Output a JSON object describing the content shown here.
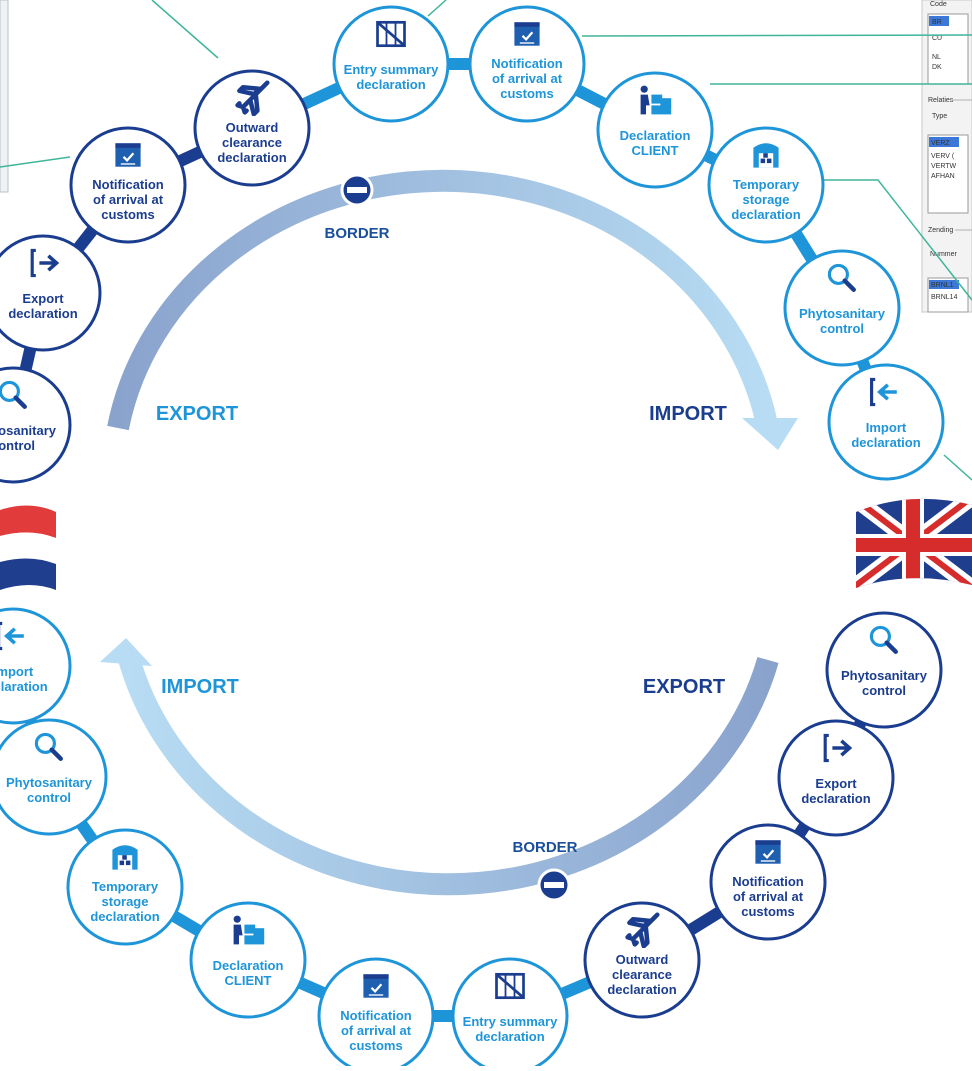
{
  "colors": {
    "light_blue": "#1e95d9",
    "dark_blue": "#1b3d8f",
    "mid_blue": "#2d6cb5",
    "arrow_light": "#a9d3ee",
    "arrow_dark": "#8fa6cf",
    "connector": "#3fb59a"
  },
  "arcs": {
    "top_left": "EXPORT",
    "top_right": "IMPORT",
    "bottom_left": "IMPORT",
    "bottom_right": "EXPORT",
    "border_top": "BORDER",
    "border_bottom": "BORDER"
  },
  "outer_top_nodes": [
    {
      "label": "Entry summary declaration",
      "icon": "crate-icon"
    },
    {
      "label": "Notification of arrival at customs",
      "icon": "notification-window-icon"
    },
    {
      "label": "Declaration CLIENT",
      "icon": "worker-boxes-icon"
    },
    {
      "label": "Temporary storage declaration",
      "icon": "warehouse-icon"
    },
    {
      "label": "Phytosanitary control",
      "icon": "magnifier-icon"
    },
    {
      "label": "Import declaration",
      "icon": "import-arrow-icon"
    },
    {
      "label": "Outward clearance declaration",
      "icon": "airplane-icon"
    },
    {
      "label": "Notification of arrival at customs",
      "icon": "notification-window-icon"
    },
    {
      "label": "Export declaration",
      "icon": "export-arrow-icon"
    },
    {
      "label": "Phytosanitary control",
      "icon": "magnifier-icon"
    }
  ],
  "outer_bottom_nodes": [
    {
      "label": "Import declaration",
      "icon": "import-arrow-icon"
    },
    {
      "label": "Phytosanitary control",
      "icon": "magnifier-icon"
    },
    {
      "label": "Temporary storage declaration",
      "icon": "warehouse-icon"
    },
    {
      "label": "Declaration CLIENT",
      "icon": "worker-boxes-icon"
    },
    {
      "label": "Notification of arrival at customs",
      "icon": "notification-window-icon"
    },
    {
      "label": "Entry summary declaration",
      "icon": "crate-icon"
    },
    {
      "label": "Outward clearance declaration",
      "icon": "airplane-icon"
    },
    {
      "label": "Notification of arrival at customs",
      "icon": "notification-window-icon"
    },
    {
      "label": "Export declaration",
      "icon": "export-arrow-icon"
    },
    {
      "label": "Phytosanitary control",
      "icon": "magnifier-icon"
    }
  ],
  "right_panel": {
    "code_label": "Code",
    "codes": [
      "BR",
      "CU",
      "NL",
      "DK"
    ],
    "relaties_label": "Relaties",
    "type_label": "Type",
    "types": [
      "VERZ",
      "VERV (",
      "VERTW",
      "AFHAN"
    ],
    "zending_label": "Zending",
    "nummer_label": "Nummer",
    "zending_rows": [
      "BRNL1",
      "BRNL14"
    ]
  },
  "flags": [
    "netherlands-flag",
    "uk-flag"
  ]
}
